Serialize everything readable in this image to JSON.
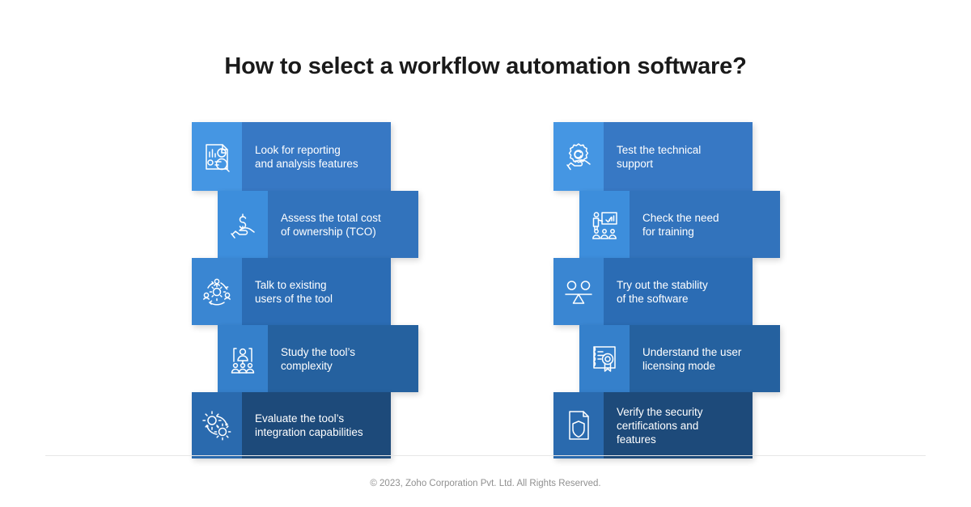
{
  "page": {
    "title": "How to select a workflow automation software?",
    "footer": "© 2023, Zoho Corporation Pvt. Ltd. All Rights Reserved."
  },
  "colors": {
    "background": "#ffffff",
    "title_text": "#1a1a1a",
    "card_text": "#ffffff",
    "footer_text": "#909090",
    "divider": "#e6e6e6",
    "row_body": [
      "#3778c4",
      "#3273bc",
      "#2b6cb4",
      "#25619f",
      "#1d4a7a"
    ],
    "row_icon": [
      "#4596e3",
      "#3d8edc",
      "#3a86d2",
      "#3580cb",
      "#2a6aae"
    ]
  },
  "columns": {
    "left": {
      "cards": [
        {
          "text": "Look for reporting\nand analysis features",
          "icon": "report-analysis-icon"
        },
        {
          "text": "Assess the total cost\nof ownership (TCO)",
          "icon": "hand-dollar-icon"
        },
        {
          "text": "Talk to existing\nusers of the tool",
          "icon": "users-cycle-gear-icon"
        },
        {
          "text": "Study the tool’s\ncomplexity",
          "icon": "presenter-audience-icon"
        },
        {
          "text": "Evaluate the tool’s\nintegration capabilities",
          "icon": "gears-integration-icon"
        }
      ]
    },
    "right": {
      "cards": [
        {
          "text": "Test the technical\nsupport",
          "icon": "hand-support-badge-icon"
        },
        {
          "text": "Check the need\nfor training",
          "icon": "training-board-icon"
        },
        {
          "text": "Try out the stability\nof the software",
          "icon": "balance-scale-icon"
        },
        {
          "text": "Understand the user\nlicensing mode",
          "icon": "license-certificate-icon"
        },
        {
          "text": "Verify the security\ncertifications and\nfeatures",
          "icon": "document-shield-icon"
        }
      ]
    }
  }
}
